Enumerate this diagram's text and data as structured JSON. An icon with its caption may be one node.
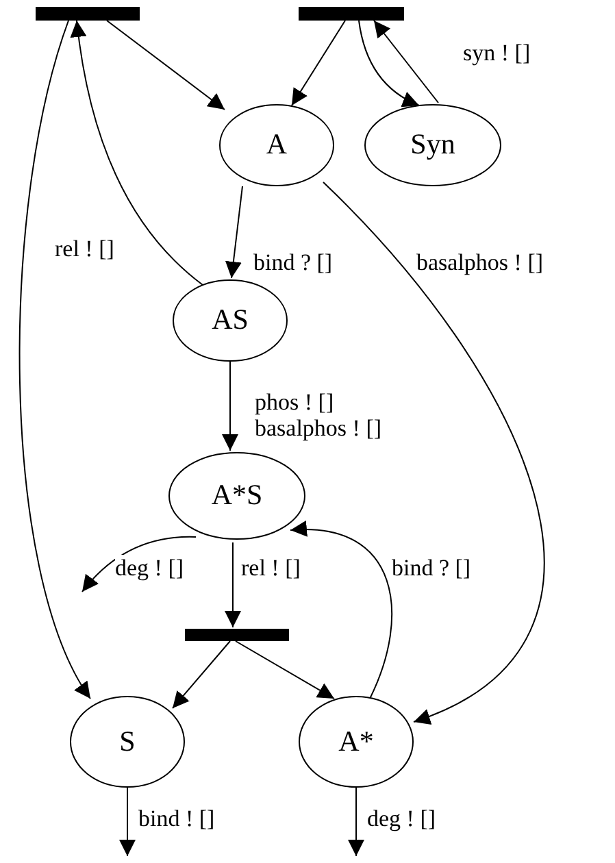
{
  "diagram": {
    "nodes": [
      {
        "text": [],
        "shape": "bar"
      },
      {
        "text": [],
        "shape": "bar"
      },
      {
        "text": [
          "A"
        ]
      },
      {
        "text": [
          "Syn"
        ]
      },
      {
        "text": [
          "AS"
        ]
      },
      {
        "text": [
          "A*S"
        ]
      },
      {
        "text": [],
        "shape": "bar"
      },
      {
        "text": [
          "S"
        ]
      },
      {
        "text": [
          "A*"
        ]
      }
    ],
    "edges": [
      {
        "from": 0,
        "to": 2,
        "arrow": "to"
      },
      {
        "from": 1,
        "to": 2,
        "arrow": "to"
      },
      {
        "from": 1,
        "to": 3,
        "arrow": "to"
      },
      {
        "from": 3,
        "to": 1,
        "arrow": "to",
        "label": "syn ! []"
      },
      {
        "from": 2,
        "to": 4,
        "arrow": "to",
        "label": "bind ? []"
      },
      {
        "from": 4,
        "to": 0,
        "arrow": "to",
        "label": "rel ! []"
      },
      {
        "from": 2,
        "to": 8,
        "arrow": "to",
        "label": "basalphos ! []"
      },
      {
        "from": 0,
        "to": 7,
        "arrow": "to"
      },
      {
        "from": 4,
        "to": 5,
        "arrow": "to",
        "label": "phos ! [] basalphos ! []"
      },
      {
        "from": 5,
        "to": null,
        "arrow": "to",
        "label": "deg ! []"
      },
      {
        "from": 5,
        "to": 6,
        "arrow": "to",
        "label": "rel ! []"
      },
      {
        "from": 8,
        "to": 5,
        "arrow": "to",
        "label": "bind ? []"
      },
      {
        "from": 6,
        "to": 7,
        "arrow": "to"
      },
      {
        "from": 6,
        "to": 8,
        "arrow": "to"
      },
      {
        "from": 7,
        "to": null,
        "arrow": "to",
        "label": "bind ! []"
      },
      {
        "from": 8,
        "to": null,
        "arrow": "to",
        "label": "deg ! []"
      }
    ]
  }
}
